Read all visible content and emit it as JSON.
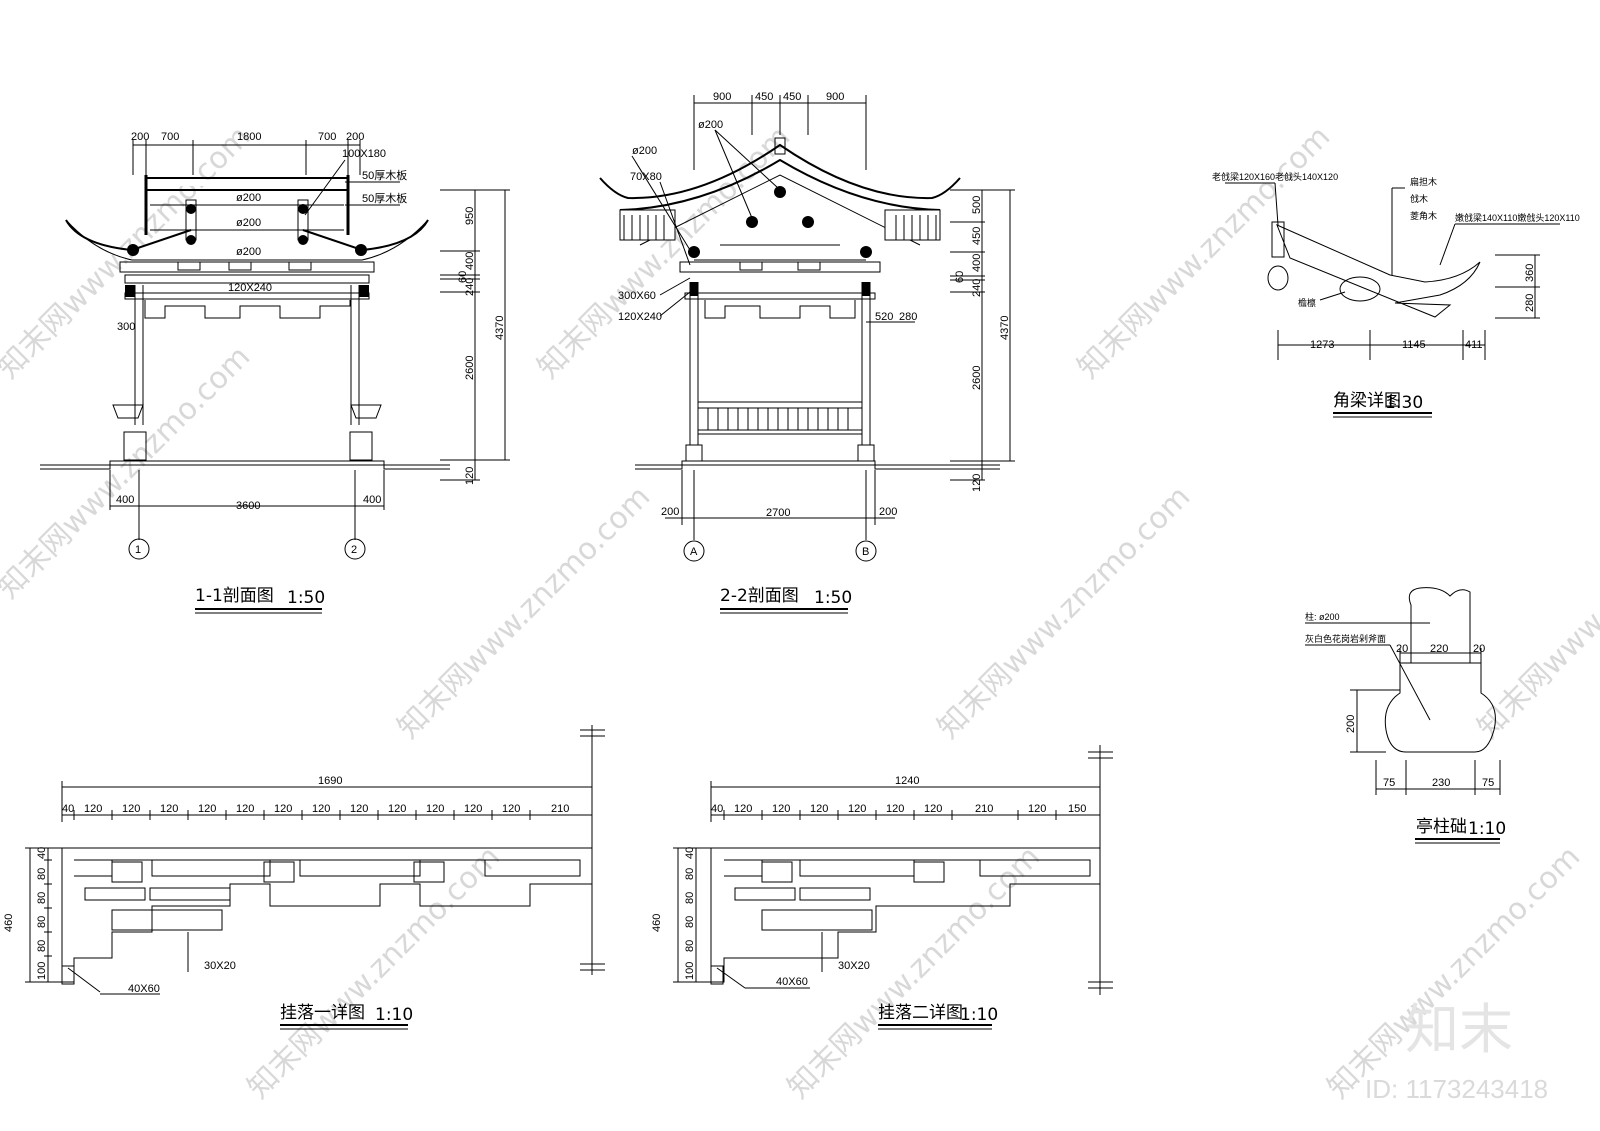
{
  "watermark": {
    "text": "知末网www.znzmo.com",
    "logo": "知末",
    "id": "ID: 1173243418"
  },
  "section11": {
    "title": "1-1剖面图",
    "scale": "1:50",
    "top_dims": [
      "200",
      "700",
      "1800",
      "700",
      "200"
    ],
    "labels": [
      "100X180",
      "50厚木板",
      "50厚木板",
      "ø200",
      "ø200",
      "ø200",
      "120X240",
      "300"
    ],
    "right_dims": [
      "950",
      "400",
      "60",
      "240",
      "2600",
      "4370",
      "120"
    ],
    "bottom_dims": [
      "400",
      "3600",
      "400"
    ],
    "axes": [
      "1",
      "2"
    ]
  },
  "section22": {
    "title": "2-2剖面图",
    "scale": "1:50",
    "top_dims": [
      "900",
      "450",
      "450",
      "900"
    ],
    "labels": [
      "ø200",
      "ø200",
      "70X80",
      "300X60",
      "120X240",
      "520",
      "280"
    ],
    "right_dims": [
      "500",
      "450",
      "400",
      "60",
      "240",
      "2600",
      "4370",
      "120"
    ],
    "bottom_dims": [
      "200",
      "2700",
      "200"
    ],
    "axes": [
      "A",
      "B"
    ]
  },
  "beam": {
    "title": "角梁详图",
    "scale": "1:30",
    "labels": [
      "老戗梁120X160老戗头140X120",
      "扁担木",
      "戗木",
      "菱角木",
      "嫩戗梁140X110嫩戗头120X110",
      "檐檩"
    ],
    "dims": [
      "1273",
      "1145",
      "411",
      "360",
      "280"
    ]
  },
  "base": {
    "title": "亭柱础",
    "scale": "1:10",
    "labels": [
      "柱: ø200",
      "灰白色花岗岩剁斧面"
    ],
    "dims": [
      "20",
      "220",
      "20",
      "200",
      "75",
      "230",
      "75"
    ]
  },
  "hang1": {
    "title": "挂落一详图",
    "scale": "1:10",
    "total": "1690",
    "dims": [
      "40",
      "120",
      "120",
      "120",
      "120",
      "120",
      "120",
      "120",
      "120",
      "120",
      "120",
      "120",
      "120",
      "210"
    ],
    "side": [
      "40",
      "80",
      "80",
      "80",
      "80",
      "100"
    ],
    "height": "460",
    "labels": [
      "30X20",
      "40X60"
    ]
  },
  "hang2": {
    "title": "挂落二详图",
    "scale": "1:10",
    "total": "1240",
    "dims": [
      "40",
      "120",
      "120",
      "120",
      "120",
      "120",
      "120",
      "210",
      "120",
      "150"
    ],
    "side": [
      "40",
      "80",
      "80",
      "80",
      "80",
      "100"
    ],
    "height": "460",
    "labels": [
      "30X20",
      "40X60"
    ]
  }
}
